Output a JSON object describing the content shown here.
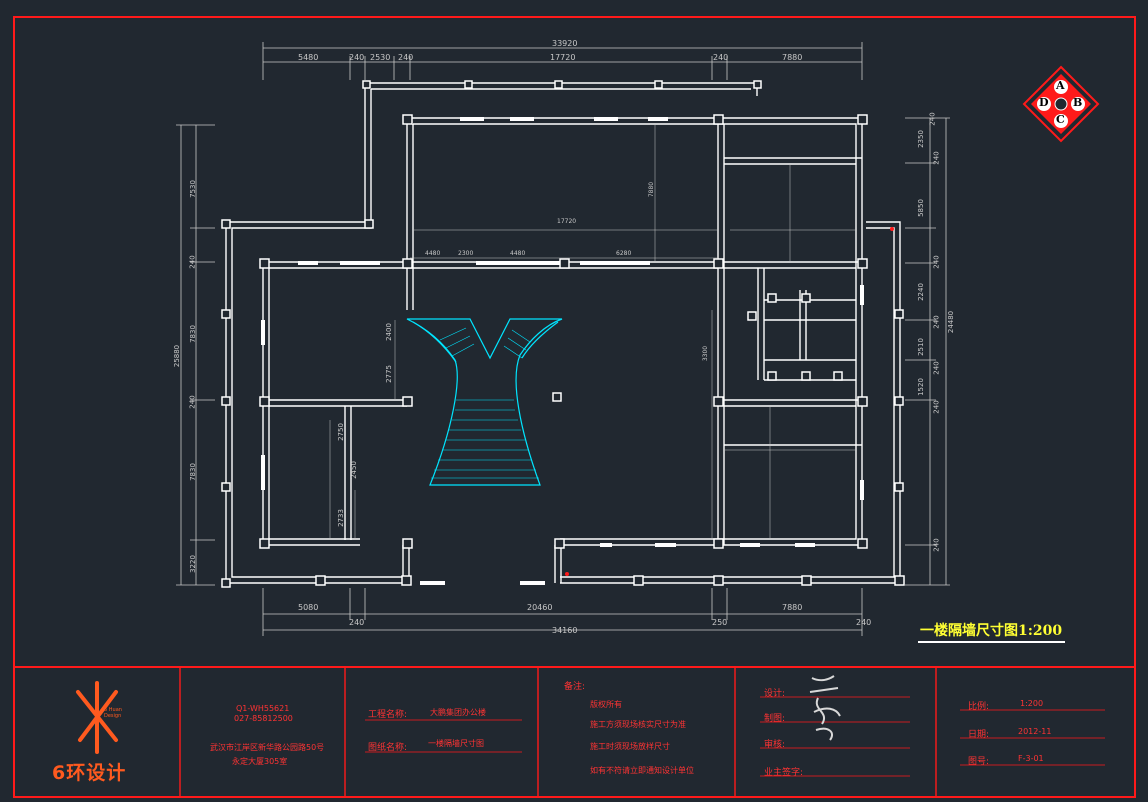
{
  "drawing": {
    "title": "一楼隔墙尺寸图1:200",
    "overall_dims": {
      "top_total": "33920",
      "bottom_total": "34160"
    },
    "top_dims": [
      "5480",
      "240",
      "2530",
      "240",
      "17720",
      "240",
      "7880"
    ],
    "bottom_dims": [
      "5080",
      "240",
      "20460",
      "250",
      "7880",
      "240"
    ],
    "left_dims": [
      "7530",
      "240",
      "7830",
      "25880",
      "240",
      "7830",
      "3220"
    ],
    "right_dims": [
      "240",
      "2350",
      "240",
      "5850",
      "240",
      "2240",
      "240",
      "2510",
      "240",
      "1520",
      "240",
      "24480",
      "240"
    ],
    "interior_dims": [
      "17720",
      "7880",
      "4480",
      "2300",
      "4480",
      "6280",
      "2400",
      "2775",
      "2750",
      "2450",
      "2733",
      "3300"
    ],
    "compass": {
      "labels": [
        "A",
        "B",
        "C",
        "D"
      ]
    }
  },
  "title_block": {
    "logo": {
      "mark": "6 Huan Design",
      "name": "6环设计"
    },
    "contact": {
      "phone1": "Q1-WH55621",
      "phone2": "027-85812500",
      "address1": "武汉市江岸区新华路公园路50号",
      "address2": "永定大厦305室"
    },
    "project": {
      "name_label": "工程名称:",
      "name_value": "大鹏集团办公楼",
      "drawing_label": "图纸名称:",
      "drawing_value": "一楼隔墙尺寸图"
    },
    "notes": {
      "heading": "备注:",
      "items": [
        "版权所有",
        "施工方须现场核实尺寸为准",
        "施工时须现场放样尺寸",
        "如有不符请立即通知设计单位"
      ]
    },
    "signoff": {
      "design_label": "设计:",
      "draw_label": "制图:",
      "check_label": "审核:",
      "approve_label": "业主签字:"
    },
    "meta": {
      "scale_label": "比例:",
      "scale_value": "1:200",
      "date_label": "日期:",
      "date_value": "2012-11",
      "number_label": "图号:",
      "number_value": "F-3-01"
    }
  },
  "colors": {
    "background": "#212830",
    "frame": "#ff1a1a",
    "wall": "#ffffff",
    "stair": "#00e5ff",
    "dimension": "#c8c8c8",
    "title_text": "#ffff33",
    "title_block_text": "#ff3333"
  }
}
